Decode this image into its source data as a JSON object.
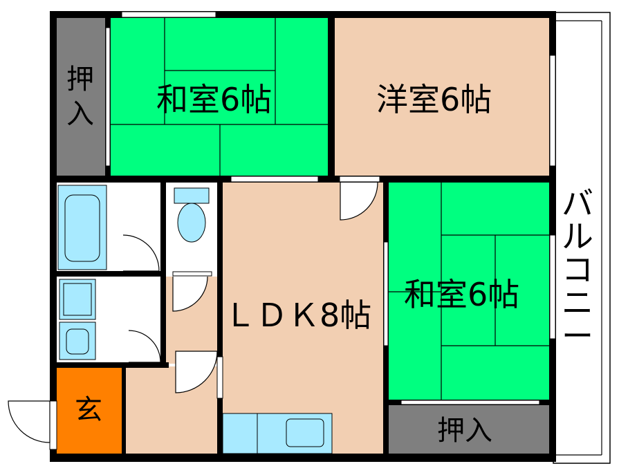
{
  "rooms": {
    "washitsu_1": "和室6帖",
    "youshitsu": "洋室6帖",
    "washitsu_2": "和室6帖",
    "ldk": "ＬＤＫ8帖",
    "oshiire_left": "押入",
    "oshiire_bottom": "押入",
    "genkan": "玄",
    "balcony": "バルコニー"
  },
  "colors": {
    "tatami": "#00ff80",
    "wood_floor": "#f2cfb2",
    "closet": "#7f7f7f",
    "entrance": "#ff8000",
    "water": "#a8eaff",
    "wall": "#000000",
    "background": "#ffffff"
  }
}
